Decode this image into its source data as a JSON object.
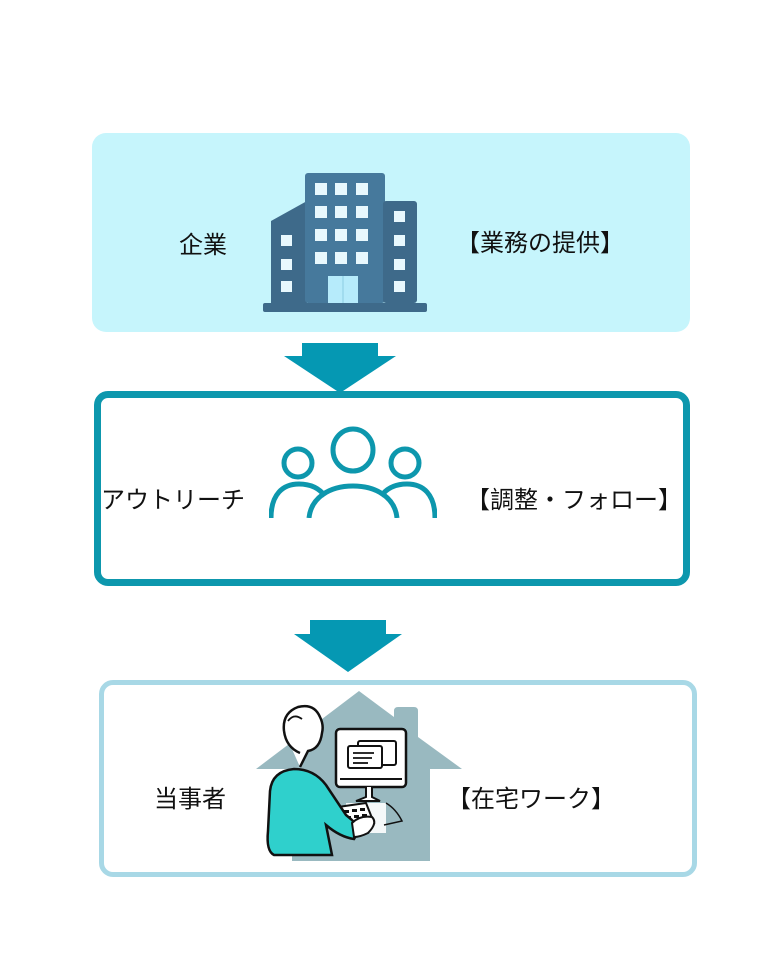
{
  "colors": {
    "company_bg": "#c6f5fc",
    "outreach_border": "#0d97ad",
    "person_border": "#a8d8e6",
    "arrow": "#0598b3",
    "building_main": "#46799c",
    "building_side": "#3e6a8a",
    "house": "#99b9c0",
    "shirt": "#2fd0cc"
  },
  "steps": [
    {
      "name": "企業",
      "role": "【業務の提供】",
      "icon": "office-building-icon"
    },
    {
      "name": "アウトリーチ",
      "role": "【調整・フォロー】",
      "icon": "people-group-icon"
    },
    {
      "name": "当事者",
      "role": "【在宅ワーク】",
      "icon": "person-at-computer-home-icon"
    }
  ]
}
